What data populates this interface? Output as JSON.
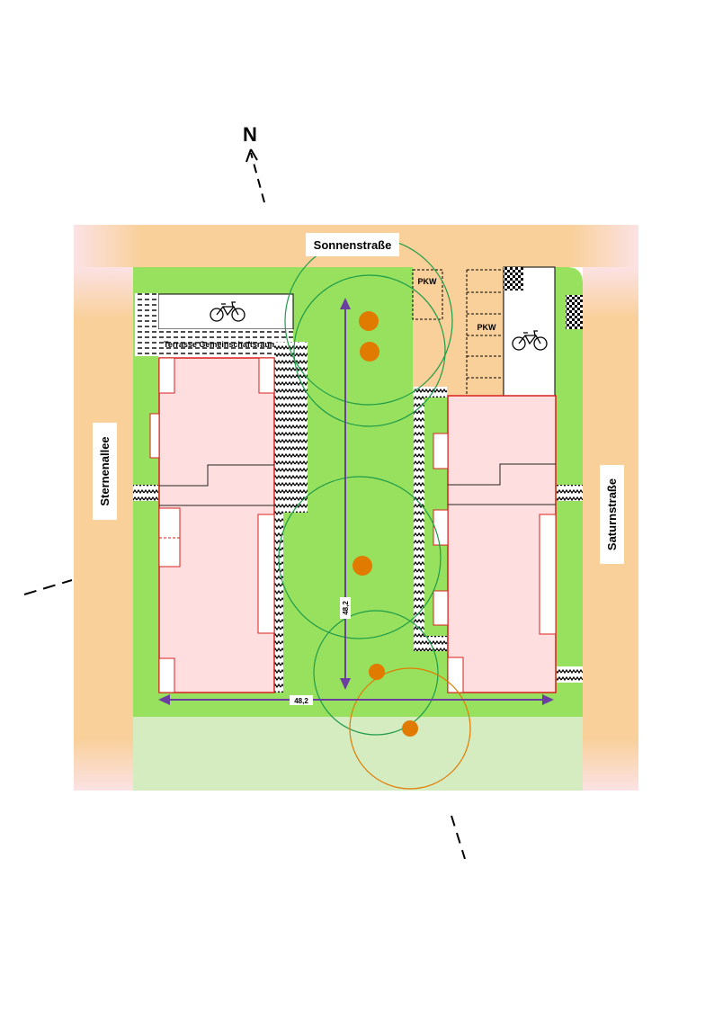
{
  "north": {
    "label": "N"
  },
  "streets": {
    "north": "Sonnenstraße",
    "west": "Sternenallee",
    "east": "Saturnstraße"
  },
  "site": {
    "terrace_label": "Terrasse Gemeinschaftsraum",
    "parking_left": "PKW",
    "parking_right": "PKW",
    "bike_icon": "bicycle-icon"
  },
  "dimensions": {
    "vertical": "48,2",
    "horizontal": "48,2"
  },
  "colors": {
    "street": "#f9d09a",
    "street_edge": "#fbe2e4",
    "lawn": "#98e15f",
    "lawn_light": "#d5ebc0",
    "building": "#fedede",
    "building_outline": "#d9201e",
    "tree": "#e07b00",
    "canopy_green": "#1f9c48",
    "canopy_orange": "#e07b00",
    "dimension": "#6b3fa0",
    "hedge": "#000000"
  }
}
